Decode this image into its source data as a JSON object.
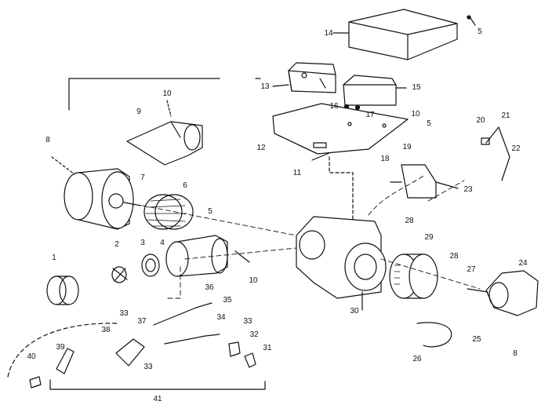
{
  "diagram": {
    "type": "exploded-parts-diagram",
    "ink_color": "#111111",
    "background": "#ffffff",
    "callouts": [
      {
        "id": "c14",
        "label": "14"
      },
      {
        "id": "c5a",
        "label": "5"
      },
      {
        "id": "c13",
        "label": "13"
      },
      {
        "id": "c15",
        "label": "15"
      },
      {
        "id": "c10a",
        "label": "10"
      },
      {
        "id": "c9",
        "label": "9"
      },
      {
        "id": "c8a",
        "label": "8"
      },
      {
        "id": "c16",
        "label": "16"
      },
      {
        "id": "c17",
        "label": "17"
      },
      {
        "id": "c10b",
        "label": "10"
      },
      {
        "id": "c5b",
        "label": "5"
      },
      {
        "id": "c20",
        "label": "20"
      },
      {
        "id": "c21",
        "label": "21"
      },
      {
        "id": "c22",
        "label": "22"
      },
      {
        "id": "c12",
        "label": "12"
      },
      {
        "id": "c11",
        "label": "11"
      },
      {
        "id": "c18",
        "label": "18"
      },
      {
        "id": "c19",
        "label": "19"
      },
      {
        "id": "c23",
        "label": "23"
      },
      {
        "id": "c7",
        "label": "7"
      },
      {
        "id": "c6",
        "label": "6"
      },
      {
        "id": "c5c",
        "label": "5"
      },
      {
        "id": "c28a",
        "label": "28"
      },
      {
        "id": "c29",
        "label": "29"
      },
      {
        "id": "c2",
        "label": "2"
      },
      {
        "id": "c3",
        "label": "3"
      },
      {
        "id": "c4",
        "label": "4"
      },
      {
        "id": "c1",
        "label": "1"
      },
      {
        "id": "c10c",
        "label": "10"
      },
      {
        "id": "c28b",
        "label": "28"
      },
      {
        "id": "c24",
        "label": "24"
      },
      {
        "id": "c27",
        "label": "27"
      },
      {
        "id": "c30",
        "label": "30"
      },
      {
        "id": "c36",
        "label": "36"
      },
      {
        "id": "c35",
        "label": "35"
      },
      {
        "id": "c33a",
        "label": "33"
      },
      {
        "id": "c37",
        "label": "37"
      },
      {
        "id": "c34",
        "label": "34"
      },
      {
        "id": "c33b",
        "label": "33"
      },
      {
        "id": "c38",
        "label": "38"
      },
      {
        "id": "c32",
        "label": "32"
      },
      {
        "id": "c31",
        "label": "31"
      },
      {
        "id": "c25",
        "label": "25"
      },
      {
        "id": "c26",
        "label": "26"
      },
      {
        "id": "c8b",
        "label": "8"
      },
      {
        "id": "c39",
        "label": "39"
      },
      {
        "id": "c40",
        "label": "40"
      },
      {
        "id": "c33c",
        "label": "33"
      },
      {
        "id": "c41",
        "label": "41"
      }
    ]
  }
}
